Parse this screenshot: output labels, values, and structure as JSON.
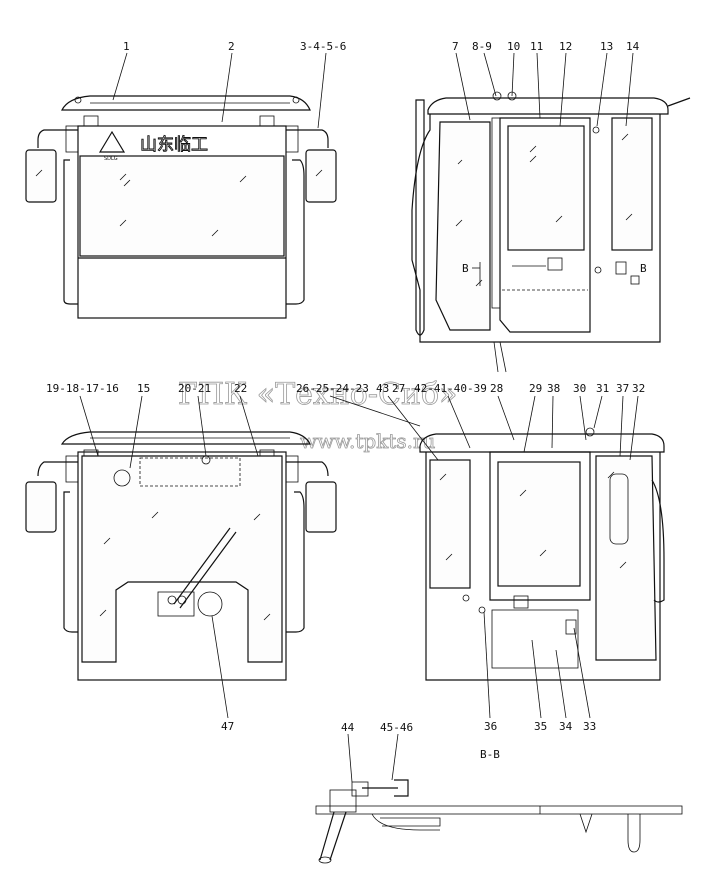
{
  "watermark": {
    "title": "ГПК «Техно-Сиб»",
    "url": "www.tpkts.ru"
  },
  "brand": {
    "logo_text": "山东临工",
    "logo_small": "SDLG"
  },
  "section_label": "B-B",
  "callouts": {
    "front_top": [
      "1",
      "2",
      "3-4-5-6"
    ],
    "side_top": [
      "7",
      "8-9",
      "10",
      "11",
      "12",
      "13",
      "14"
    ],
    "rear_top": [
      "19-18-17-16",
      "15",
      "20-21",
      "22"
    ],
    "side_bottom_top": [
      "26-25-24-23",
      "43",
      "27",
      "42-41-40-39",
      "28",
      "29",
      "38",
      "30",
      "31",
      "37",
      "32"
    ],
    "rear_bottom": [
      "47"
    ],
    "side_bottom_bottom": [
      "36",
      "35",
      "34",
      "33"
    ],
    "section_top": [
      "44",
      "45-46"
    ]
  },
  "section_marks": [
    "B",
    "B"
  ]
}
